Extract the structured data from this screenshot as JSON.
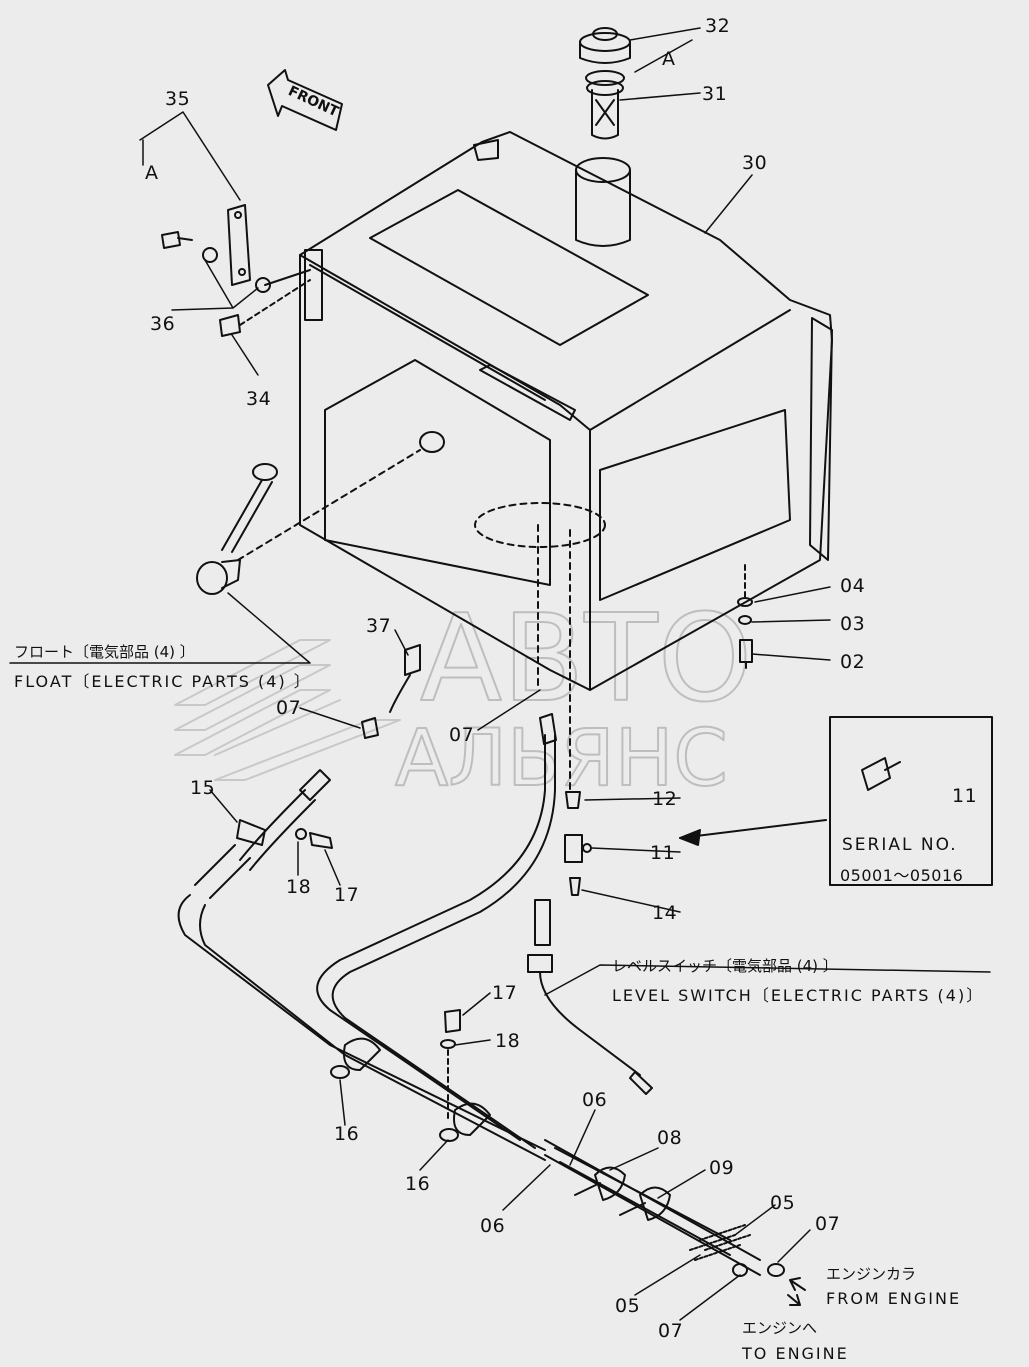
{
  "watermark": {
    "line1": "АВТО",
    "line2": "АЛЬЯНС"
  },
  "direction_marker": "FRONT",
  "callouts": [
    {
      "id": "c32",
      "text": "32"
    },
    {
      "id": "c31",
      "text": "31"
    },
    {
      "id": "c30",
      "text": "30"
    },
    {
      "id": "cA1",
      "text": "A"
    },
    {
      "id": "cA2",
      "text": "A"
    },
    {
      "id": "c35",
      "text": "35"
    },
    {
      "id": "c36",
      "text": "36"
    },
    {
      "id": "c34",
      "text": "34"
    },
    {
      "id": "c37",
      "text": "37"
    },
    {
      "id": "c07a",
      "text": "07"
    },
    {
      "id": "c07b",
      "text": "07"
    },
    {
      "id": "c04",
      "text": "04"
    },
    {
      "id": "c03",
      "text": "03"
    },
    {
      "id": "c02",
      "text": "02"
    },
    {
      "id": "c12",
      "text": "12"
    },
    {
      "id": "c11a",
      "text": "11"
    },
    {
      "id": "c11b",
      "text": "11"
    },
    {
      "id": "c14",
      "text": "14"
    },
    {
      "id": "c15",
      "text": "15"
    },
    {
      "id": "c18a",
      "text": "18"
    },
    {
      "id": "c17a",
      "text": "17"
    },
    {
      "id": "c17b",
      "text": "17"
    },
    {
      "id": "c18b",
      "text": "18"
    },
    {
      "id": "c16a",
      "text": "16"
    },
    {
      "id": "c16b",
      "text": "16"
    },
    {
      "id": "c06a",
      "text": "06"
    },
    {
      "id": "c06b",
      "text": "06"
    },
    {
      "id": "c08",
      "text": "08"
    },
    {
      "id": "c09",
      "text": "09"
    },
    {
      "id": "c05a",
      "text": "05"
    },
    {
      "id": "c05b",
      "text": "05"
    },
    {
      "id": "c07c",
      "text": "07"
    },
    {
      "id": "c07d",
      "text": "07"
    }
  ],
  "captions": {
    "float_jp": "フロート〔電気部品 (4) 〕",
    "float_en": "FLOAT〔ELECTRIC PARTS (4) 〕",
    "level_jp": "レベルスイッチ〔電気部品 (4) 〕",
    "level_en": "LEVEL SWITCH〔ELECTRIC PARTS (4)〕",
    "from_engine_jp": "エンジンカラ",
    "from_engine_en": "FROM ENGINE",
    "to_engine_jp": "エンジンへ",
    "to_engine_en": "TO ENGINE"
  },
  "serial_box": {
    "title": "SERIAL NO.",
    "range": "05001～05016",
    "part": "11"
  }
}
